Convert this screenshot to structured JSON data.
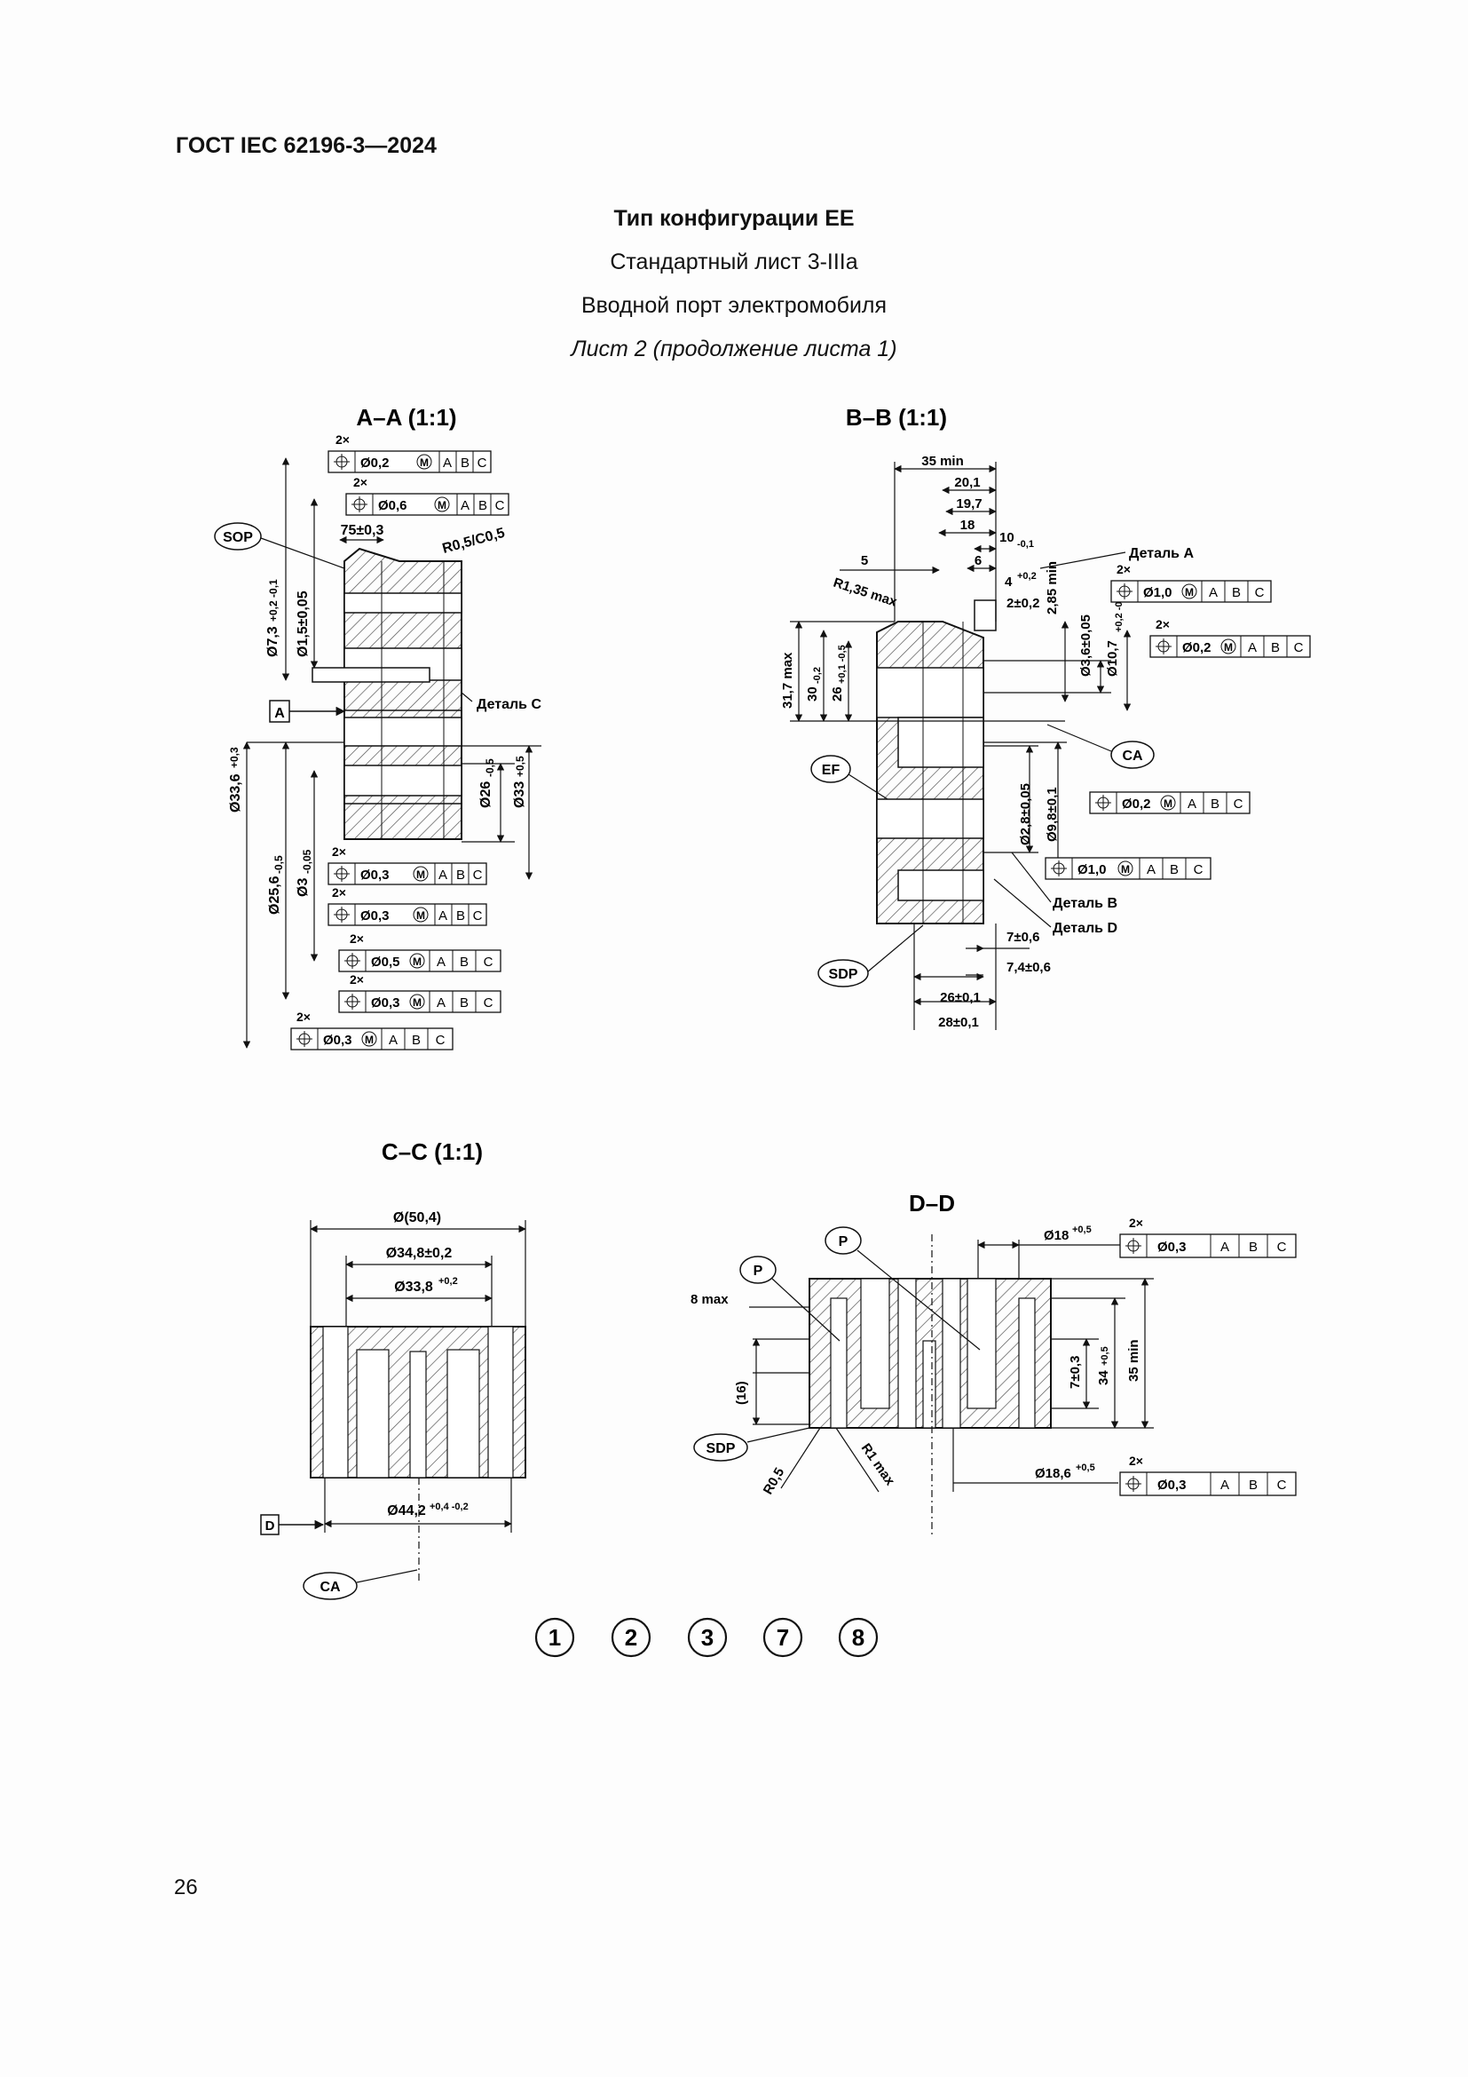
{
  "header": {
    "doc_code": "ГОСТ IEC 62196-3—2024",
    "title": "Тип конфигурации ЕЕ",
    "sheet": "Стандартный лист 3-IIIa",
    "subject": "Вводной порт электромобиля",
    "sheet_note": "Лист 2 (продолжение листа 1)"
  },
  "views": {
    "aa": {
      "title": "A–A (1:1)",
      "sop": "SOP",
      "datum": "A",
      "detail": "Деталь C",
      "d_chamfer": "R0,5/C0,5",
      "d_75": "75±0,3",
      "d_7_3": "Ø7,3",
      "d_7_3_tol": "+0,2 -0,1",
      "d_1_5": "Ø1,5±0,05",
      "d_33_6": "Ø33,6",
      "d_33_6_tol": "+0,3",
      "d_26": "Ø26",
      "d_26_tol": "-0,5",
      "d_33": "Ø33",
      "d_33_tol": "+0,5",
      "d_25_6": "Ø25,6",
      "d_25_6_tol": "-0,5",
      "d_3": "Ø3",
      "d_3_tol": "-0,05",
      "fcf": [
        {
          "mult": "2×",
          "tol": "Ø0,2",
          "m": "M",
          "a": "A",
          "b": "B",
          "c": "C"
        },
        {
          "mult": "2×",
          "tol": "Ø0,6",
          "m": "M",
          "a": "A",
          "b": "B",
          "c": "C"
        },
        {
          "mult": "2×",
          "tol": "Ø0,3",
          "m": "M",
          "a": "A",
          "b": "B",
          "c": "C"
        },
        {
          "mult": "2×",
          "tol": "Ø0,3",
          "m": "M",
          "a": "A",
          "b": "B",
          "c": "C"
        },
        {
          "mult": "2×",
          "tol": "Ø0,5",
          "m": "M",
          "a": "A",
          "b": "B",
          "c": "C"
        },
        {
          "mult": "2×",
          "tol": "Ø0,3",
          "m": "M",
          "a": "A",
          "b": "B",
          "c": "C"
        },
        {
          "mult": "2×",
          "tol": "Ø0,3",
          "m": "M",
          "a": "A",
          "b": "B",
          "c": "C"
        }
      ]
    },
    "bb": {
      "title": "B–B (1:1)",
      "d_35min": "35 min",
      "d_20_1": "20,1",
      "d_19_7": "19,7",
      "d_18": "18",
      "d_10": "10",
      "d_10_tol": "-0,1",
      "d_5": "5",
      "d_6": "6",
      "d_r135": "R1,35 max",
      "d_4": "4",
      "d_4_tol": "+0,2",
      "d_2": "2±0,2",
      "d_2_85": "2,85 min",
      "d_3_6": "Ø3,6±0,05",
      "d_10_7": "Ø10,7",
      "d_10_7_tol": "+0,2 -0,1",
      "d_31_7": "31,7 max",
      "d_30": "30",
      "d_30_tol": "-0,2",
      "d_26": "26",
      "d_26_tol": "+0,1 -0,5",
      "d_2_8": "Ø2,8±0,05",
      "d_9_8": "Ø9,8±0,1",
      "d_7": "7±0,6",
      "d_7_4": "7,4±0,6",
      "d_26_1": "26±0,1",
      "d_28_1": "28±0,1",
      "detail_a": "Деталь A",
      "detail_b": "Деталь B",
      "detail_d": "Деталь D",
      "ef": "EF",
      "ca": "CA",
      "sdp": "SDP",
      "fcf": [
        {
          "mult": "2×",
          "tol": "Ø1,0",
          "m": "M",
          "a": "A",
          "b": "B",
          "c": "C"
        },
        {
          "mult": "2×",
          "tol": "Ø0,2",
          "m": "M",
          "a": "A",
          "b": "B",
          "c": "C"
        },
        {
          "mult": "",
          "tol": "Ø0,2",
          "m": "M",
          "a": "A",
          "b": "B",
          "c": "C"
        },
        {
          "mult": "",
          "tol": "Ø1,0",
          "m": "M",
          "a": "A",
          "b": "B",
          "c": "C"
        }
      ]
    },
    "cc": {
      "title": "C–C (1:1)",
      "d_50_4": "Ø(50,4)",
      "d_34_8": "Ø34,8±0,2",
      "d_33_8": "Ø33,8",
      "d_33_8_tol": "+0,2",
      "d_44_2": "Ø44,2",
      "d_44_2_tol": "+0,4 -0,2",
      "datum": "D",
      "ca": "CA"
    },
    "dd": {
      "title": "D–D",
      "p1": "P",
      "p2": "P",
      "d_8max": "8 max",
      "d_16": "(16)",
      "d_7": "7±0,3",
      "d_34": "34",
      "d_34_tol": "+0,5",
      "d_35min": "35 min",
      "d_18": "Ø18",
      "d_18_tol": "+0,5",
      "d_18_6": "Ø18,6",
      "d_18_6_tol": "+0,5",
      "d_r05": "R0,5",
      "d_r1": "R1 max",
      "sdp": "SDP",
      "fcf": [
        {
          "mult": "2×",
          "tol": "Ø0,3",
          "a": "A",
          "b": "B",
          "c": "C"
        },
        {
          "mult": "2×",
          "tol": "Ø0,3",
          "a": "A",
          "b": "B",
          "c": "C"
        }
      ]
    }
  },
  "legend_circles": [
    "1",
    "2",
    "3",
    "7",
    "8"
  ],
  "page_number": "26"
}
